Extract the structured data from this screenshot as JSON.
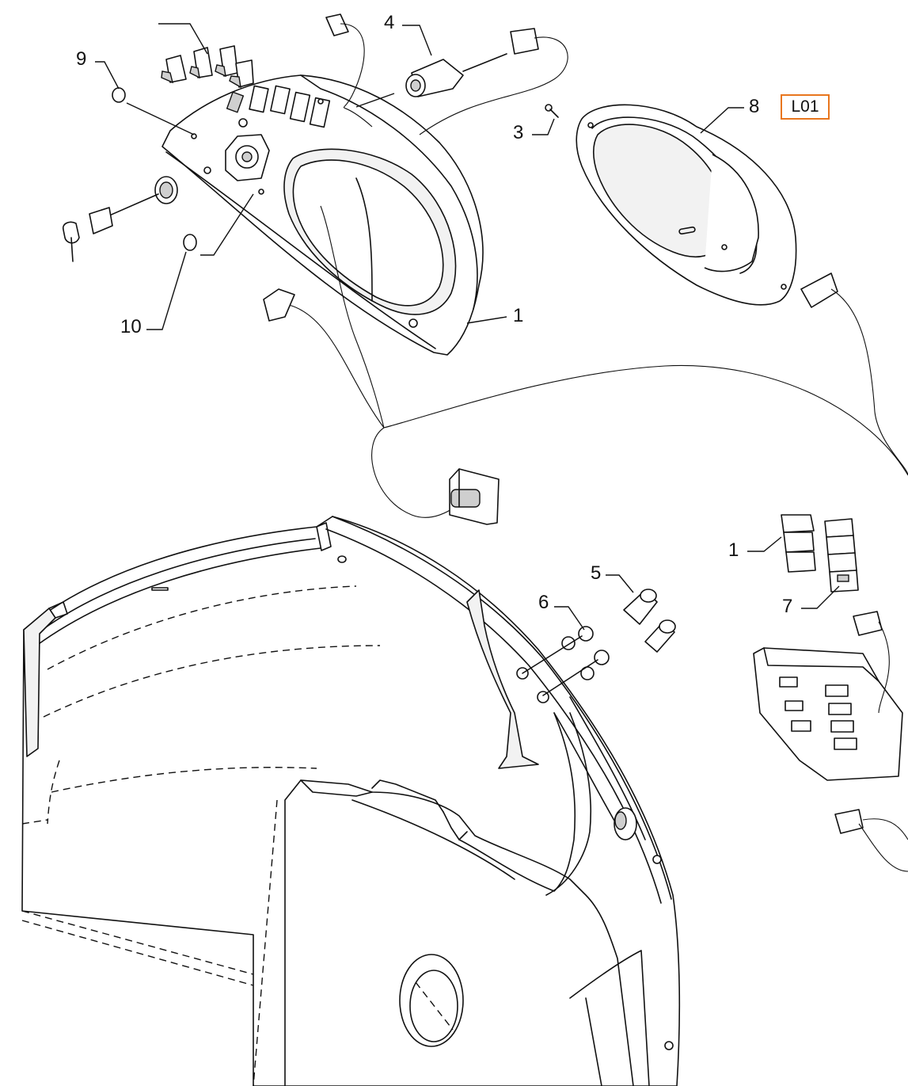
{
  "reference_code": "L01",
  "callouts": {
    "c1_top": "1",
    "c1_right": "1",
    "c3": "3",
    "c4": "4",
    "c5": "5",
    "c6": "6",
    "c7": "7",
    "c8": "8",
    "c9": "9",
    "c10": "10"
  },
  "accent_color": "#e8761e"
}
